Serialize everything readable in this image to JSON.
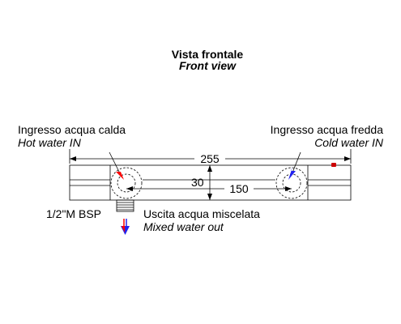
{
  "title": {
    "it": "Vista frontale",
    "en": "Front view"
  },
  "labels": {
    "hot_it": "Ingresso acqua calda",
    "hot_en": "Hot water IN",
    "cold_it": "Ingresso acqua fredda",
    "cold_en": "Cold water IN",
    "mix_it": "Uscita acqua miscelata",
    "mix_en": "Mixed water out",
    "thread": "1/2\"M BSP"
  },
  "dimensions": {
    "total_width": "255",
    "center_distance": "150",
    "outlet_height": "30"
  },
  "colors": {
    "hot": "#ff0000",
    "cold": "#2222ee",
    "indicator": "#cc0000"
  },
  "icons": {
    "hot_arrow": "red-arrow-icon",
    "cold_arrow": "blue-arrow-icon",
    "mixed_arrow": "red-blue-arrow-icon"
  }
}
